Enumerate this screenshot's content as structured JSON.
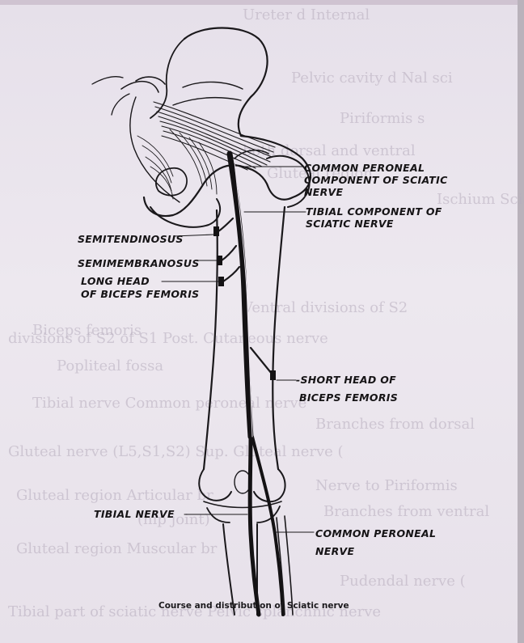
{
  "figure": {
    "caption": "Course and distribution of Sciatic nerve",
    "labels": {
      "common_peroneal_component": [
        "COMMON PERONEAL",
        "COMPONENT OF SCIATIC",
        "NERVE"
      ],
      "tibial_component": [
        "TIBIAL COMPONENT OF",
        "SCIATIC NERVE"
      ],
      "semitendinosus": [
        "SEMITENDINOSUS"
      ],
      "semimembranosus": [
        "SEMIMEMBRANOSUS"
      ],
      "long_head_biceps": [
        "LONG HEAD",
        "OF BICEPS  FEMORIS"
      ],
      "short_head_biceps": [
        "-SHORT HEAD OF",
        "BICEPS FEMORIS"
      ],
      "tibial_nerve": [
        "TIBIAL NERVE"
      ],
      "common_peroneal_nerve": [
        "COMMON PERONEAL",
        "NERVE"
      ]
    }
  },
  "bleed_through": [
    "Ureter d Internal",
    "Pelvic cavity d Nal sci",
    "Piriformis s",
    "both dorsal and ventral",
    "Gluteal region",
    "Ischium  Sciat",
    "Ventral divisions of S2",
    "divisions of S2 of S1  Post. Cutaneous nerve",
    "Biceps femoris",
    "Popliteal fossa",
    "Tibial nerve Common peroneal nerve",
    "Branches from dorsal",
    "Gluteal nerve (L5,S1,S2)  Sup. Gluteal nerve (",
    "Nerve to Piriformis",
    "Branches from ventral",
    "Gluteal region  Articular br",
    "(hip joint)",
    "Gluteal region  Muscular br",
    "Pudendal nerve (",
    "Tibial part of sciatic nerve  Pelvic splanchnic nerve"
  ]
}
